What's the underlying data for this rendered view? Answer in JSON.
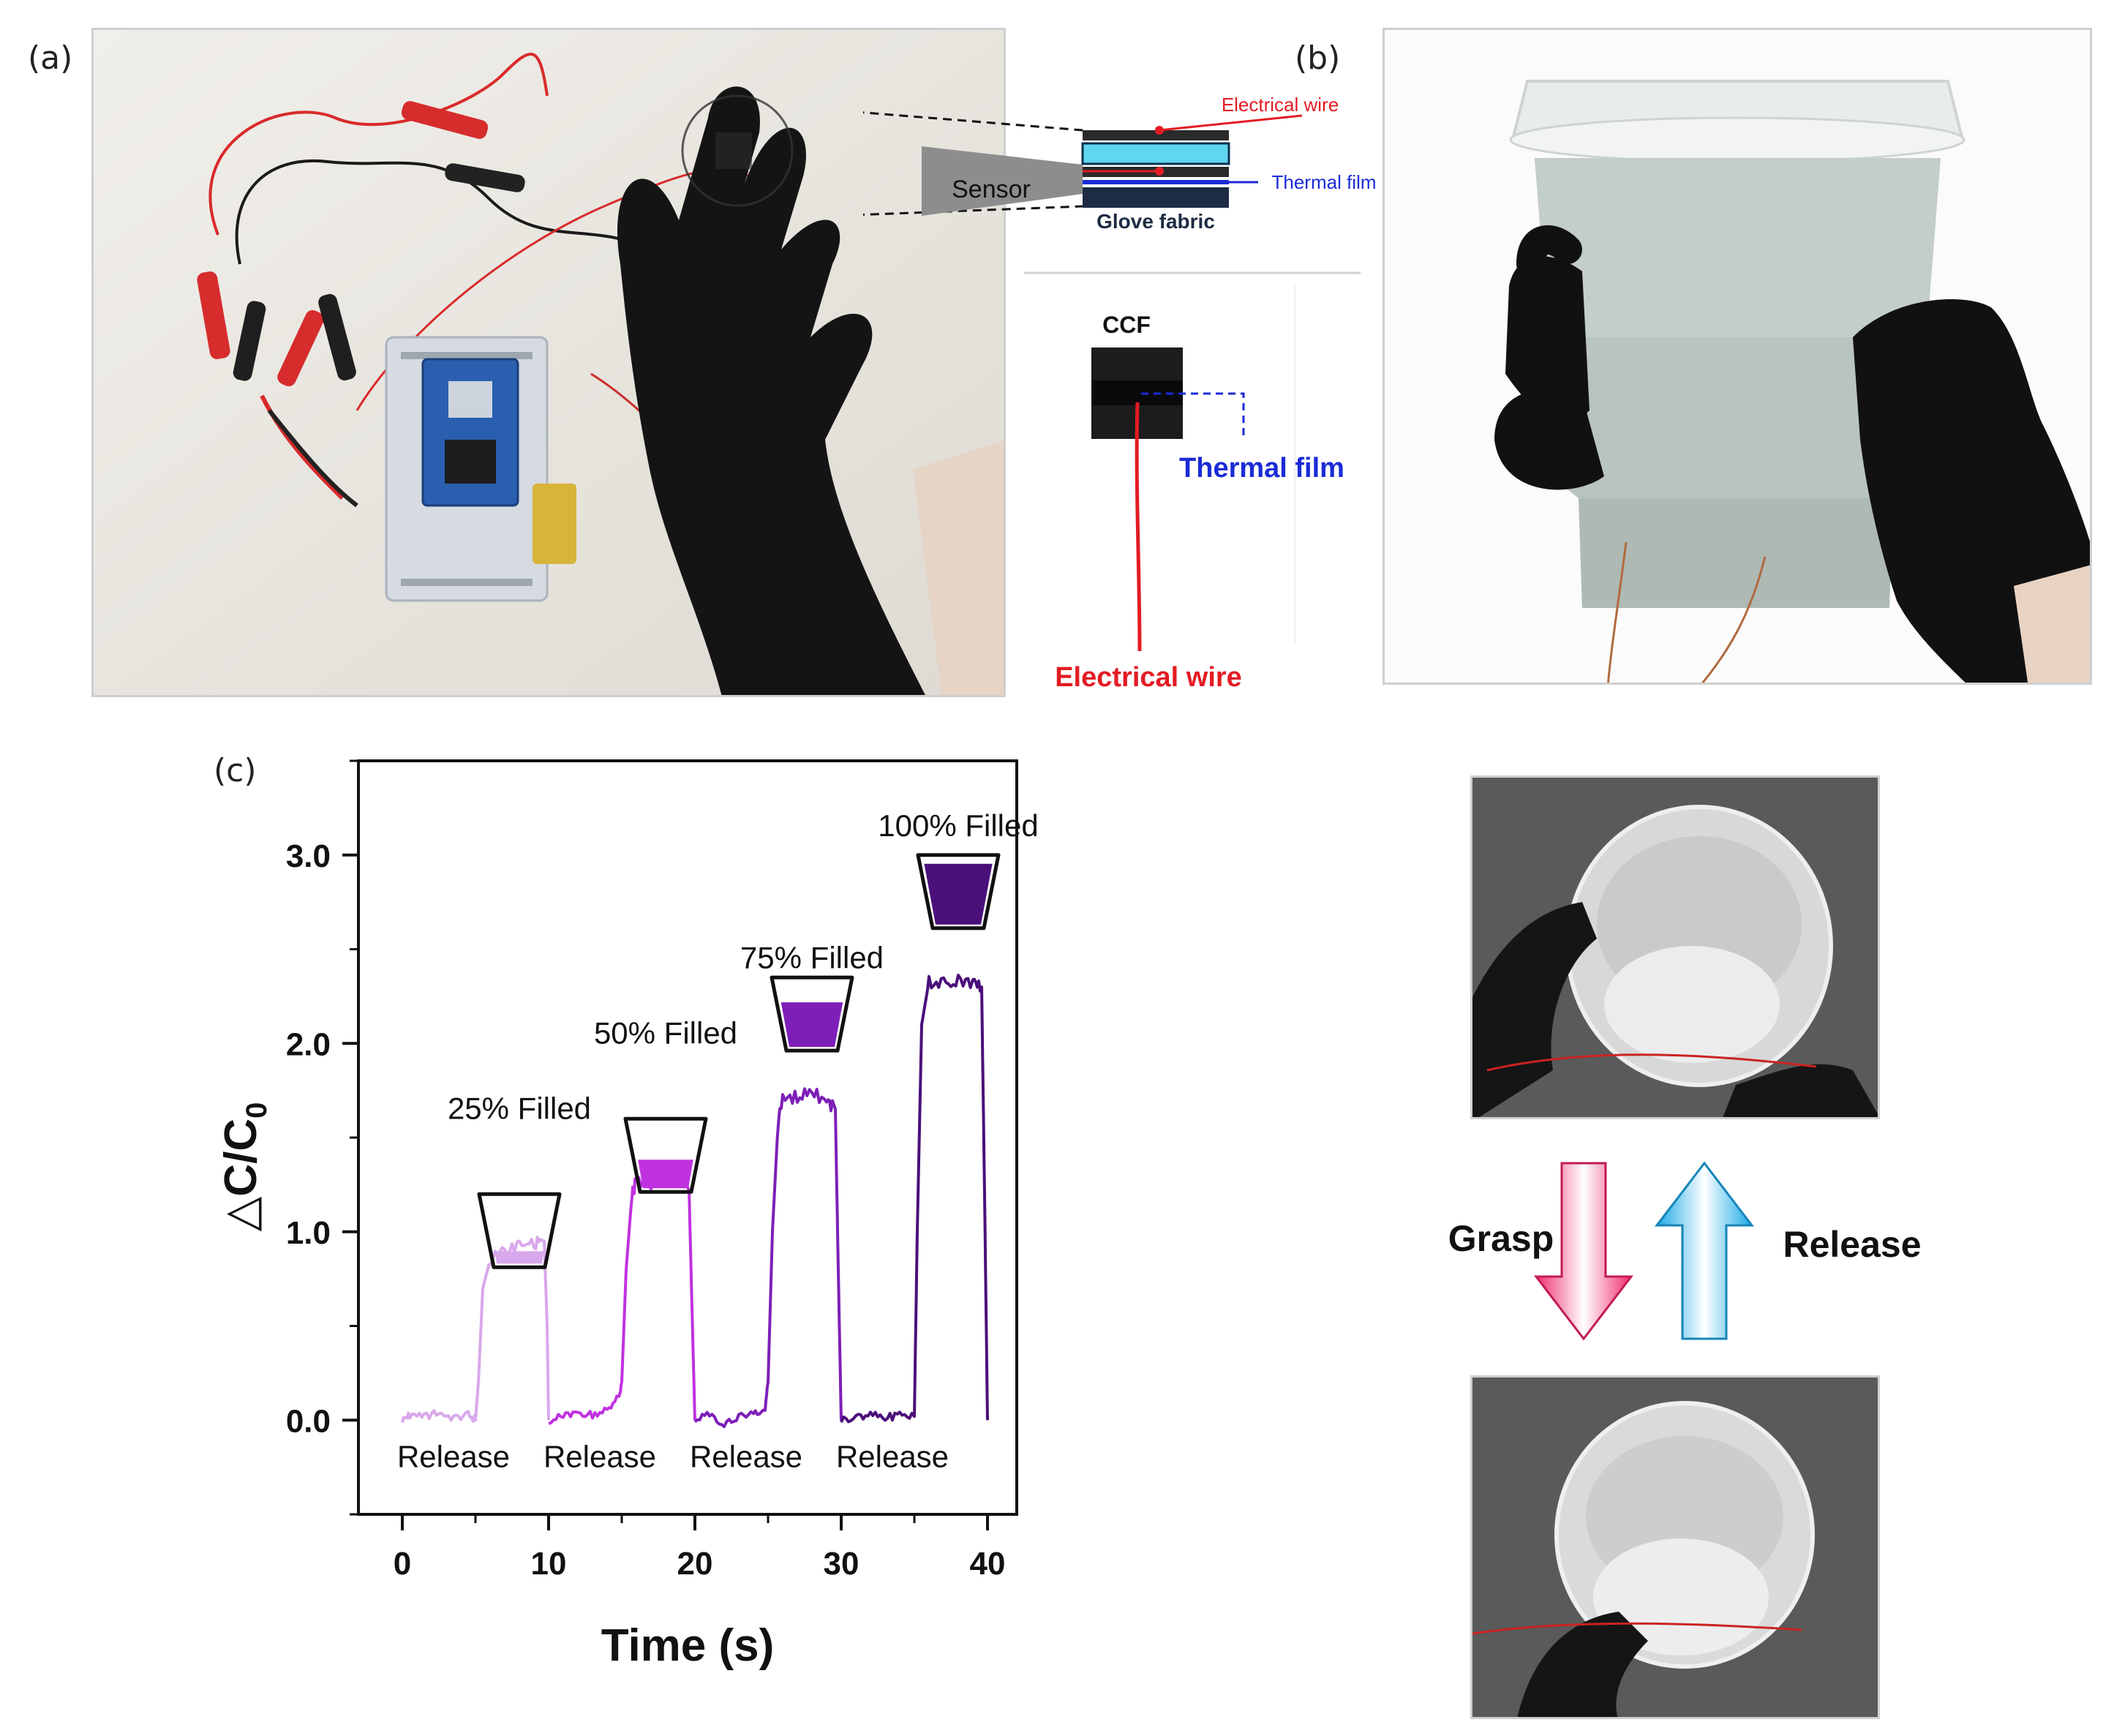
{
  "panels": {
    "a": "(a)",
    "b": "(b)",
    "c": "(c)"
  },
  "panel_a": {
    "sensor_label": "Sensor",
    "layers": {
      "electrical_wire": "Electrical wire",
      "thermal_film": "Thermal film",
      "glove_fabric": "Glove fabric"
    },
    "ccf": {
      "title": "CCF",
      "thermal_film": "Thermal film",
      "electrical_wire": "Electrical wire"
    }
  },
  "panel_c": {
    "fill_labels": [
      "25% Filled",
      "50% Filled",
      "75% Filled",
      "100% Filled"
    ],
    "release_labels": [
      "Release",
      "Release",
      "Release",
      "Release"
    ],
    "grasp": "Grasp",
    "release": "Release"
  },
  "colors": {
    "series25": "#d9a8ec",
    "series50": "#c032e0",
    "series75": "#7d1fb8",
    "series100": "#4b0f7a",
    "grasp_arrow": "#f0407a",
    "release_arrow": "#27b4ec",
    "wire_red": "#e31b23",
    "film_blue": "#1b2bd6"
  },
  "chart_data": {
    "type": "line",
    "title": "",
    "xlabel": "Time (s)",
    "ylabel": "△C/C0",
    "xlim": [
      -3,
      42
    ],
    "ylim": [
      -0.5,
      3.5
    ],
    "xticks": [
      0,
      10,
      20,
      30,
      40
    ],
    "xtick_labels": [
      "0",
      "10",
      "20",
      "30",
      "40"
    ],
    "yticks": [
      0.0,
      1.0,
      2.0,
      3.0
    ],
    "ytick_labels": [
      "0.0",
      "1.0",
      "2.0",
      "3.0"
    ],
    "grid": false,
    "series": [
      {
        "x": [
          0,
          0.5,
          1.5,
          2.5,
          3.5,
          4.5,
          5.0,
          5.2,
          5.5,
          6.0,
          7.0,
          8.0,
          9.0,
          9.7,
          9.9,
          10.0
        ],
        "y": [
          0.0,
          0.03,
          0.02,
          0.04,
          0.01,
          0.03,
          0.0,
          0.2,
          0.7,
          0.85,
          0.9,
          0.92,
          0.93,
          0.95,
          0.5,
          0.0
        ]
      },
      {
        "x": [
          10.0,
          11.0,
          12.0,
          13.0,
          14.0,
          14.8,
          15.0,
          15.3,
          15.7,
          16.0,
          17.0,
          18.0,
          19.0,
          19.6,
          19.8,
          20.0
        ],
        "y": [
          0.0,
          0.02,
          0.04,
          0.03,
          0.06,
          0.12,
          0.2,
          0.8,
          1.2,
          1.27,
          1.26,
          1.3,
          1.28,
          1.22,
          0.6,
          0.0
        ]
      },
      {
        "x": [
          20.0,
          21.0,
          22.0,
          23.0,
          24.0,
          24.8,
          25.0,
          25.3,
          25.7,
          26.0,
          27.0,
          28.0,
          29.0,
          29.6,
          29.8,
          30.0
        ],
        "y": [
          0.0,
          0.03,
          -0.02,
          0.02,
          0.04,
          0.06,
          0.2,
          1.0,
          1.6,
          1.7,
          1.72,
          1.74,
          1.7,
          1.65,
          0.8,
          0.0
        ]
      },
      {
        "x": [
          30.0,
          31.0,
          32.0,
          33.0,
          34.0,
          35.0,
          35.2,
          35.5,
          36.0,
          37.0,
          38.0,
          39.0,
          39.6,
          39.8,
          40.0
        ],
        "y": [
          0.0,
          0.02,
          0.03,
          0.01,
          0.03,
          0.02,
          1.0,
          2.1,
          2.33,
          2.32,
          2.34,
          2.31,
          2.3,
          1.2,
          0.0
        ]
      }
    ]
  }
}
